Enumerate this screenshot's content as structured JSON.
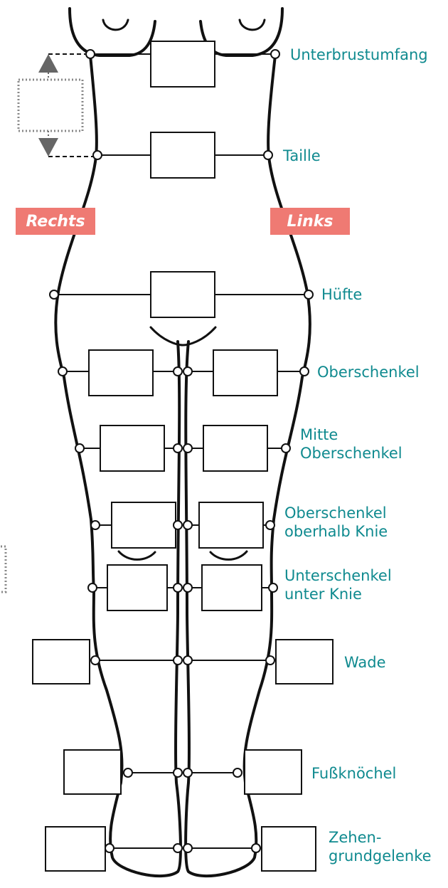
{
  "sides": {
    "right": "Rechts",
    "left": "Links"
  },
  "measurements": [
    {
      "id": "unterbrust",
      "lines": [
        "Unterbrustumfang"
      ]
    },
    {
      "id": "taille",
      "lines": [
        "Taille"
      ]
    },
    {
      "id": "huefte",
      "lines": [
        "Hüfte"
      ]
    },
    {
      "id": "oberschenkel",
      "lines": [
        "Oberschenkel"
      ]
    },
    {
      "id": "mitte-oberschenkel",
      "lines": [
        "Mitte",
        "Oberschenkel"
      ]
    },
    {
      "id": "oberschenkel-knie",
      "lines": [
        "Oberschenkel",
        "oberhalb Knie"
      ]
    },
    {
      "id": "unterschenkel",
      "lines": [
        "Unterschenkel",
        "unter Knie"
      ]
    },
    {
      "id": "wade",
      "lines": [
        "Wade"
      ]
    },
    {
      "id": "fussknoechel",
      "lines": [
        "Fußknöchel"
      ]
    },
    {
      "id": "zehengrundgelenke",
      "lines": [
        "Zehen-",
        "grundgelenke"
      ]
    }
  ],
  "colors": {
    "label": "#0f8a8f",
    "side_badge": "#ef7a73",
    "outline": "#111111",
    "arrow": "#666666"
  }
}
